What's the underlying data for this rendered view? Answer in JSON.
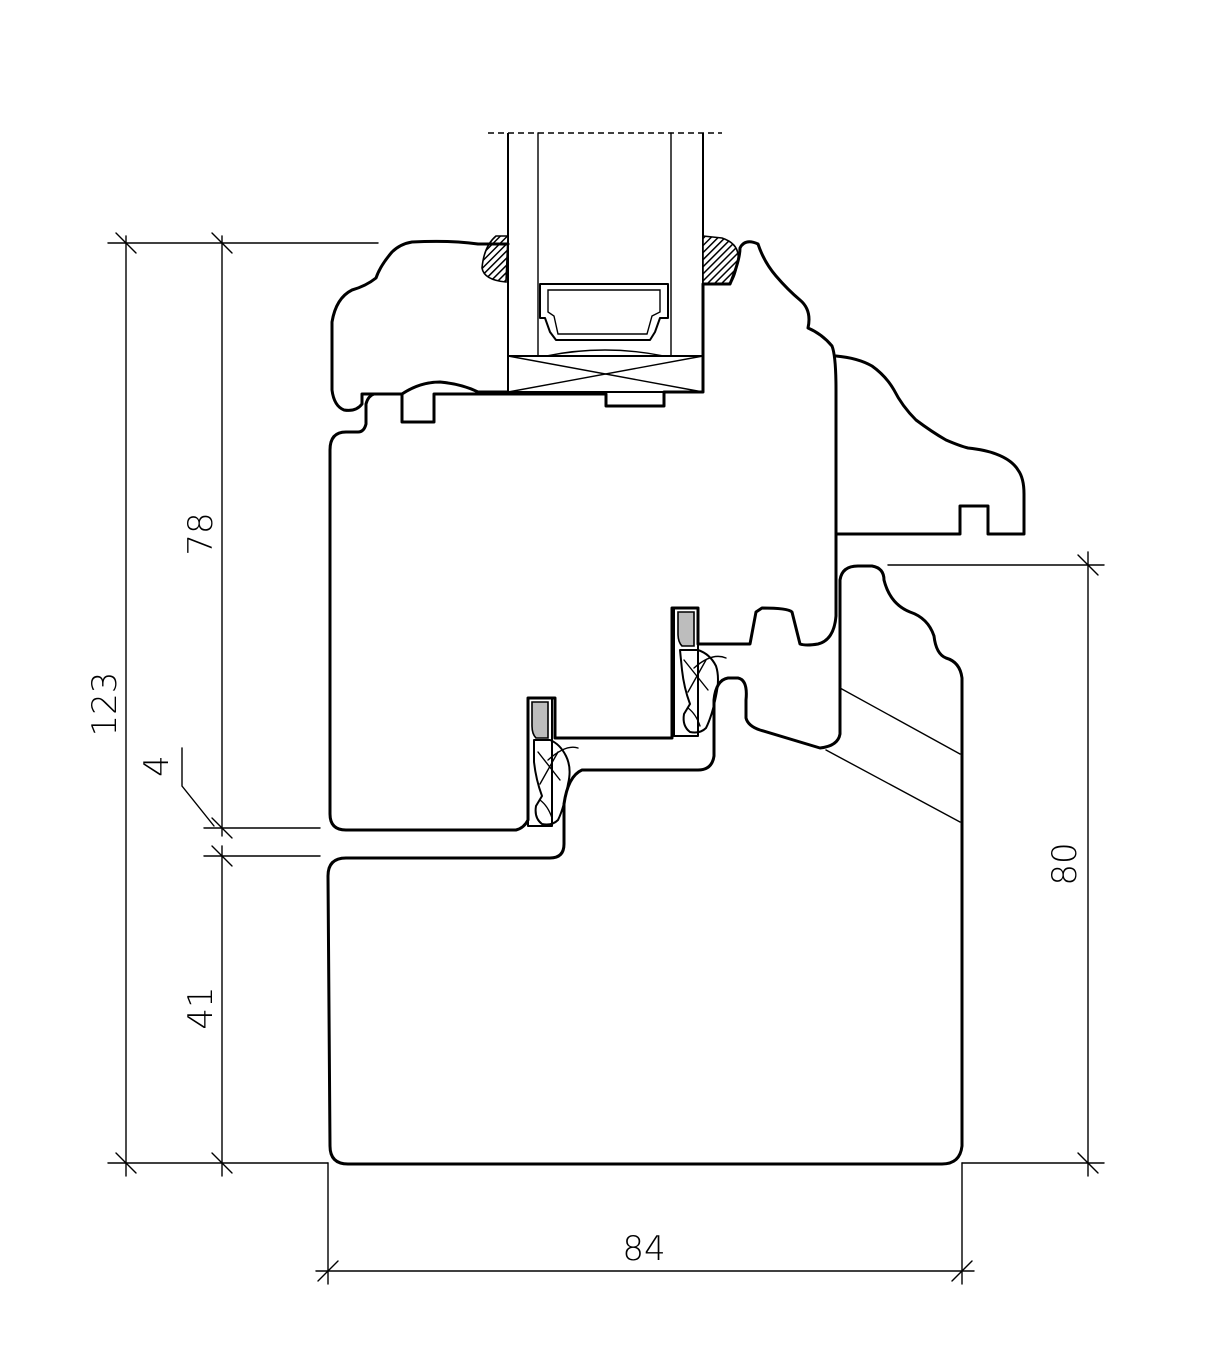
{
  "drawing": {
    "dimensions": {
      "overall_height": "123",
      "sash_height": "78",
      "gap": "4",
      "frame_height": "41",
      "frame_right_height": "80",
      "width": "84"
    }
  }
}
